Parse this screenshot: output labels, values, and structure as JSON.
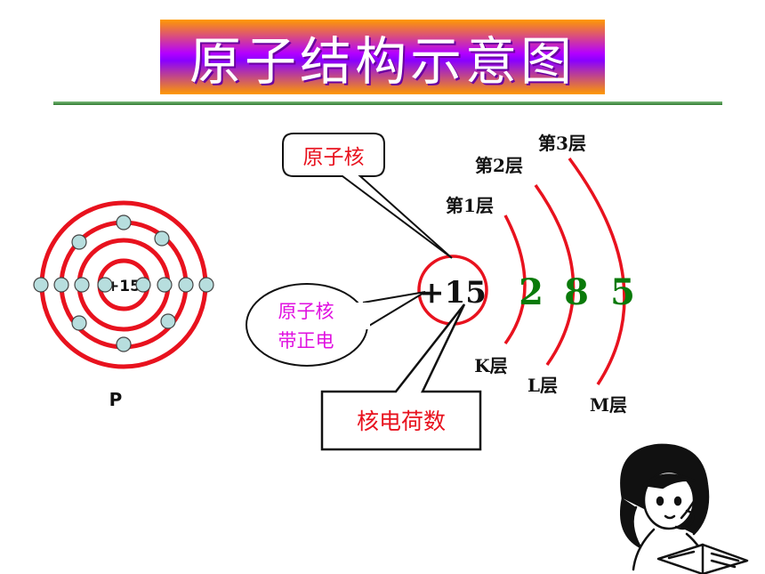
{
  "title": "原子结构示意图",
  "bohr": {
    "nucleus": "+15",
    "label": "P"
  },
  "nucleus": {
    "charge": "+15"
  },
  "shells": [
    {
      "count": "2",
      "upper": "第1层",
      "lower": "K层"
    },
    {
      "count": "8",
      "upper": "第2层",
      "lower": "L层"
    },
    {
      "count": "5",
      "upper": "第3层",
      "lower": "M层"
    }
  ],
  "callouts": {
    "nucleus": "原子核",
    "positive": [
      "原子核",
      "带正电"
    ],
    "charge_number": "核电荷数"
  },
  "colors": {
    "ring": "#e8121e",
    "electron": "#b7dede",
    "shell_count": "#0a7a0a",
    "positive_text": "#e010e0",
    "callout_text": "#e8121e"
  },
  "illustration": "girl-reading-icon"
}
